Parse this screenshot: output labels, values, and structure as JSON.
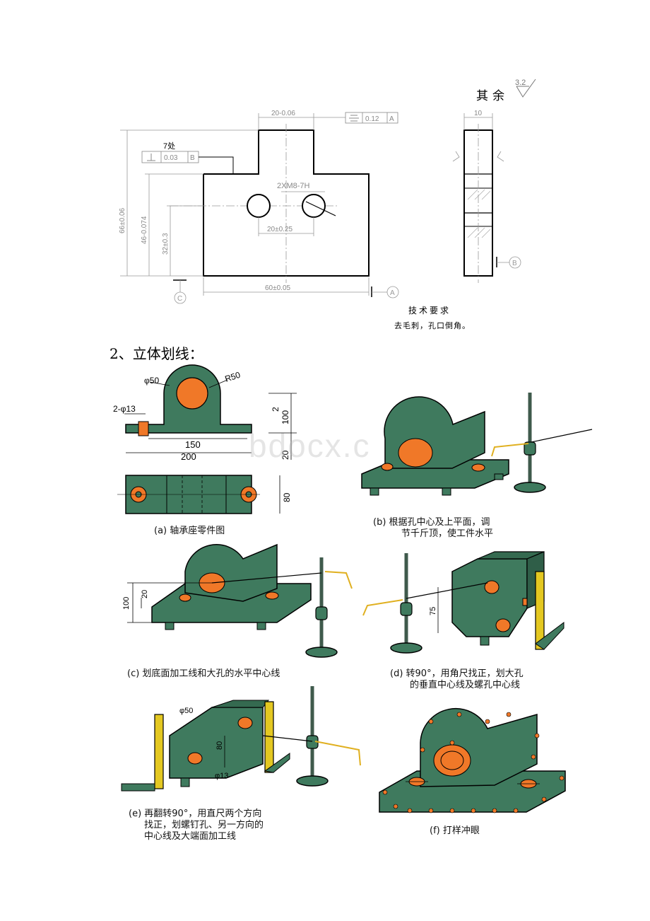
{
  "drawing": {
    "roughness_label": "其余",
    "roughness_value": "3.2",
    "dim_top_width": "20-0.06",
    "gtol_flatness_value": "0.12",
    "gtol_flatness_datum": "A",
    "count_label": "7处",
    "gtol_perp_value": "0.03",
    "gtol_perp_datum": "B",
    "thread_label": "2XM8-7H",
    "dim_height_total": "66±0.06",
    "dim_height_body": "46-0.074",
    "dim_hole_height": "32±0.3",
    "dim_hole_spacing": "20±0.25",
    "dim_width": "60±0.05",
    "datum_a": "A",
    "datum_b": "B",
    "datum_c": "C",
    "side_thickness": "10",
    "tech_title": "技术要求",
    "tech_body": "去毛刺，孔口倒角。"
  },
  "section": {
    "heading": "2、立体划线："
  },
  "figure_a": {
    "dim_phi50": "φ50",
    "dim_r50": "R50",
    "dim_holes": "2-φ13",
    "dim_150": "150",
    "dim_200": "200",
    "dim_100": "100",
    "dim_2": "2",
    "dim_20": "20",
    "dim_80": "80"
  },
  "figure_c": {
    "dim_100": "100",
    "dim_20": "20"
  },
  "figure_d": {
    "dim_75": "75"
  },
  "figure_e": {
    "dim_phi50": "φ50",
    "dim_80": "80",
    "dim_phi13": "φ13"
  },
  "captions": {
    "a": "(a)  轴承座零件图",
    "b1": "(b)  根据孔中心及上平面，调",
    "b2": "节千斤顶，使工件水平",
    "c": "(c)  划底面加工线和大孔的水平中心线",
    "d1": "(d)  转90°，用角尺找正，划大孔",
    "d2": "的垂直中心线及螺孔中心线",
    "e1": "(e)  再翻转90°，用直尺两个方向",
    "e2": "找正，划螺钉孔、另一方向的",
    "e3": "中心线及大端面加工线",
    "f": "(f)  打样冲眼"
  },
  "watermark": "bdocx.c",
  "colors": {
    "body": "#3f7a5e",
    "hole": "#f07828",
    "plate": "#e4c821"
  }
}
